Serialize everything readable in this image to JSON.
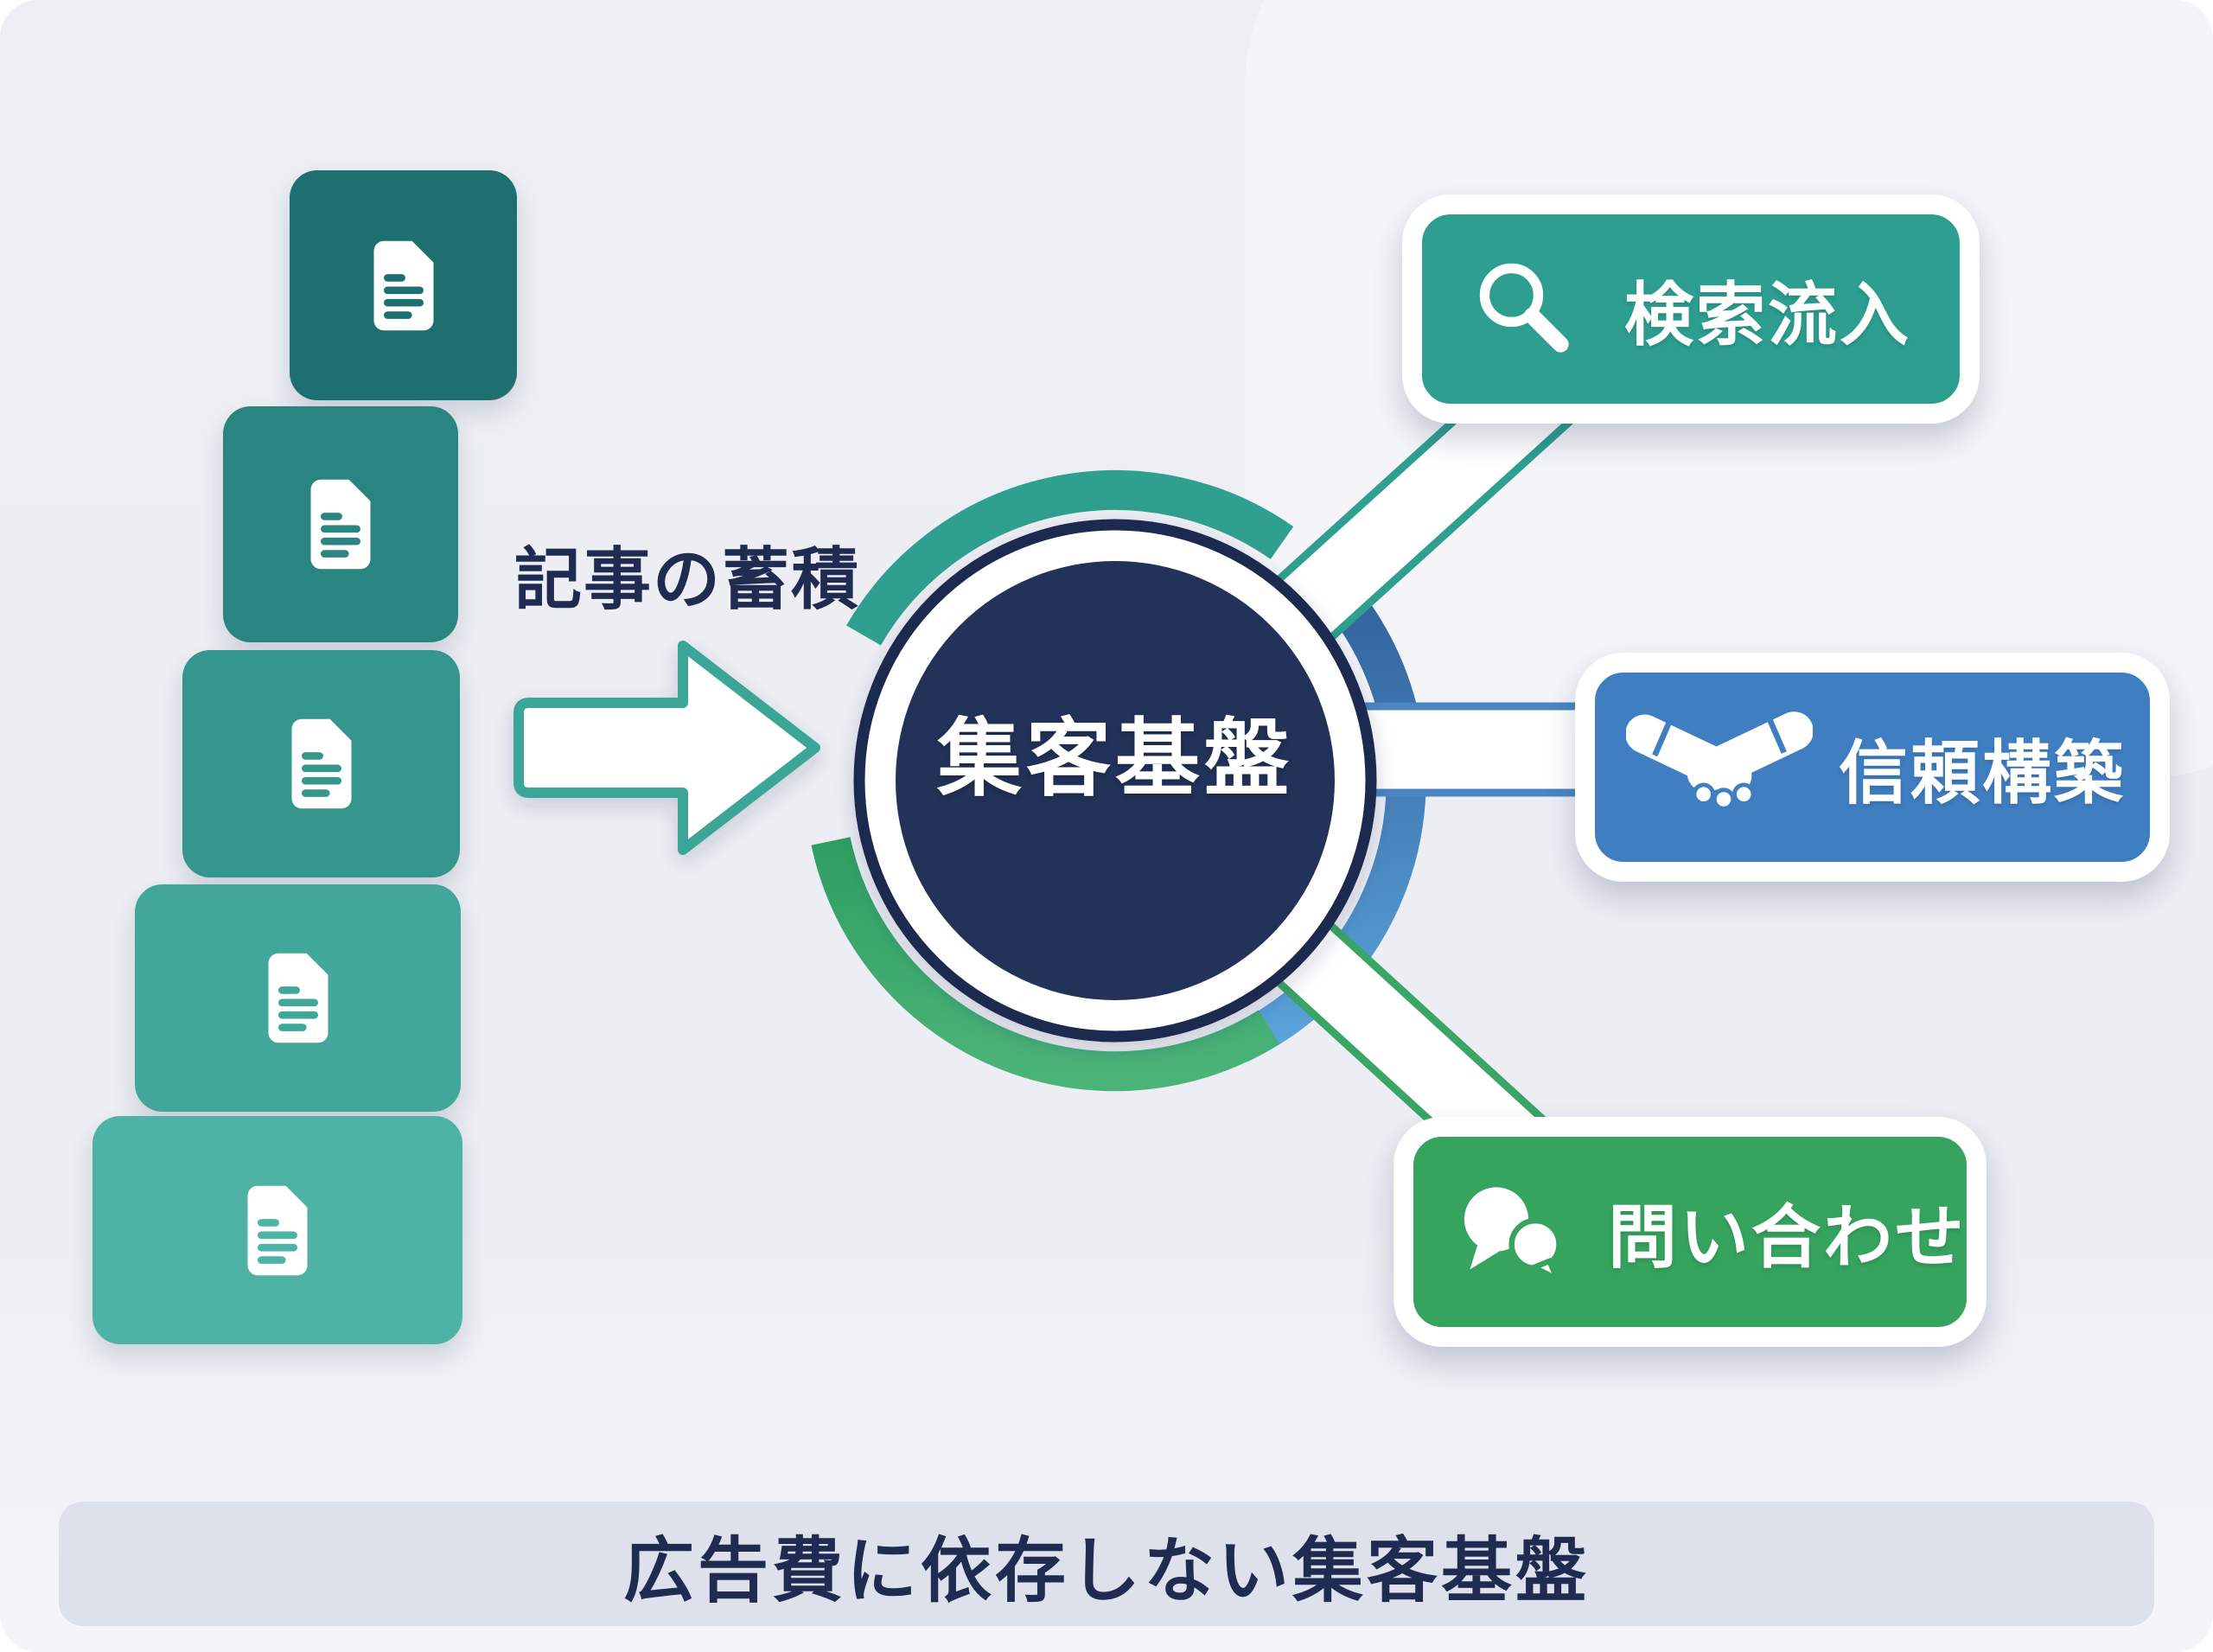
{
  "palette": {
    "background": "#edeff4",
    "navy": "#1f2b50",
    "white": "#ffffff",
    "banner_bg": "#dde1eb",
    "arrow_accent": "#3aa596",
    "hub_disc": "#223158",
    "hub_ring": "#1f2b50"
  },
  "left_stack": {
    "arrow_label": "記事の蓄積",
    "cards": [
      {
        "color": "#1e6f70"
      },
      {
        "color": "#2a847f"
      },
      {
        "color": "#35968e"
      },
      {
        "color": "#41a79b"
      },
      {
        "color": "#4eb3a5"
      }
    ]
  },
  "hub": {
    "label": "集客基盤"
  },
  "branches": [
    {
      "label": "検索流入",
      "icon": "magnifier-icon",
      "color": "#2d9e90",
      "accent": "#2f9f90"
    },
    {
      "label": "信頼構築",
      "icon": "handshake-icon",
      "color": "#3f7ec1",
      "accent": "#4a86c2"
    },
    {
      "label": "問い合わせ",
      "icon": "chat-bubbles-icon",
      "color": "#36a35f",
      "accent": "#3aa566"
    }
  ],
  "footer": {
    "label": "広告費に依存しない集客基盤"
  }
}
